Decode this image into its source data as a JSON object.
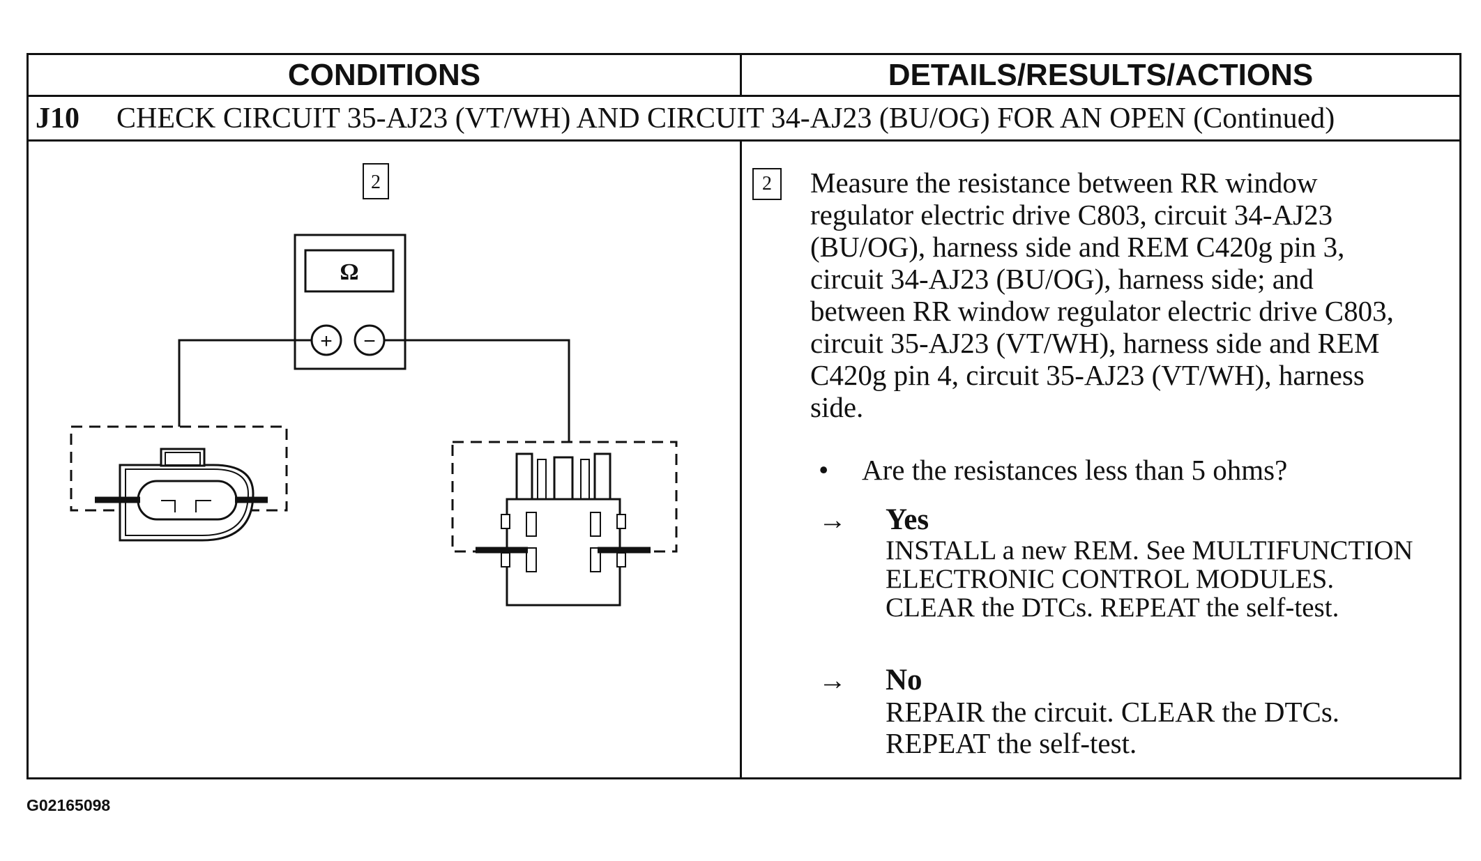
{
  "header": {
    "conditions": "CONDITIONS",
    "details": "DETAILS/RESULTS/ACTIONS"
  },
  "step": {
    "id": "J10",
    "title": "CHECK CIRCUIT 35-AJ23 (VT/WH) AND CIRCUIT 34-AJ23 (BU/OG) FOR AN OPEN (Continued)"
  },
  "diagram": {
    "step_marker": "2",
    "meter_symbol": "Ω",
    "plus_symbol": "+",
    "minus_symbol": "−"
  },
  "details": {
    "step_marker": "2",
    "instruction_lines": [
      "Measure the resistance between RR window",
      "regulator electric drive C803, circuit 34-AJ23",
      "(BU/OG), harness side and REM C420g pin 3,",
      "circuit 34-AJ23 (BU/OG), harness side; and",
      "between RR window regulator electric drive C803,",
      "circuit 35-AJ23  (VT/WH), harness side and REM",
      "C420g pin 4, circuit 35-AJ23 (VT/WH), harness",
      "side."
    ],
    "bullet_symbol": "•",
    "question": "Are the resistances less than 5 ohms?",
    "results": [
      {
        "arrow": "→",
        "label": "Yes",
        "lines": [
          "INSTALL a new REM. See MULTIFUNCTION",
          "ELECTRONIC CONTROL MODULES.",
          "CLEAR the DTCs. REPEAT the self-test."
        ]
      },
      {
        "arrow": "→",
        "label": "No",
        "lines": [
          "REPAIR the circuit. CLEAR the DTCs.",
          "REPEAT the self-test."
        ]
      }
    ]
  },
  "footer": {
    "figure_id": "G02165098"
  }
}
